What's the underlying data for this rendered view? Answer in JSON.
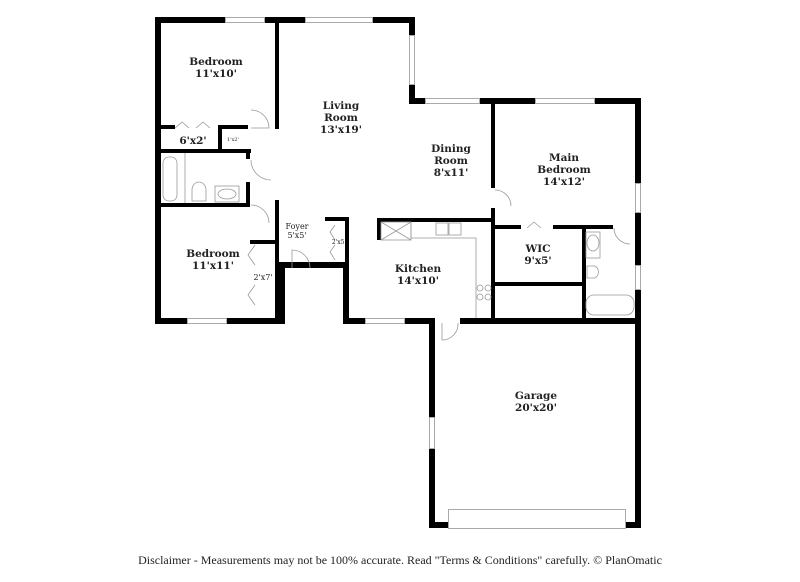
{
  "rooms": [
    {
      "id": "bedroom-1",
      "name": "Bedroom",
      "dims": "11'x10'"
    },
    {
      "id": "living-room",
      "name": "Living\nRoom",
      "name_line1": "Living",
      "name_line2": "Room",
      "dims": "13'x19'"
    },
    {
      "id": "closet-1",
      "name": "",
      "dims": "6'x2'"
    },
    {
      "id": "closet-small",
      "name": "",
      "dims": "1'x2'"
    },
    {
      "id": "dining-room",
      "name_line1": "Dining",
      "name_line2": "Room",
      "dims": "8'x11'"
    },
    {
      "id": "main-bedroom",
      "name_line1": "Main",
      "name_line2": "Bedroom",
      "dims": "14'x12'"
    },
    {
      "id": "foyer",
      "name": "Foyer",
      "dims": "5'x5'"
    },
    {
      "id": "closet-foyer",
      "name": "",
      "dims": "2'x5'"
    },
    {
      "id": "bedroom-2",
      "name": "Bedroom",
      "dims": "11'x11'"
    },
    {
      "id": "closet-2",
      "name": "",
      "dims": "2'x7'"
    },
    {
      "id": "kitchen",
      "name": "Kitchen",
      "dims": "14'x10'"
    },
    {
      "id": "wic",
      "name": "WIC",
      "dims": "9'x5'"
    },
    {
      "id": "garage",
      "name": "Garage",
      "dims": "20'x20'"
    }
  ],
  "footer": {
    "disclaimer": "Disclaimer - Measurements may not be 100% accurate. Read \"Terms & Conditions\" carefully. © PlanOmatic"
  },
  "colors": {
    "wall": "#000000",
    "window": "#aaaaaa",
    "fixture": "#999999"
  }
}
